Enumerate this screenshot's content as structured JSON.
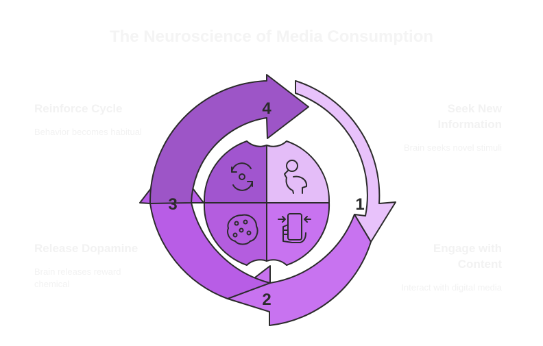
{
  "title": "The Neuroscience of Media Consumption",
  "steps": [
    {
      "number": "1",
      "title": "Seek New Information",
      "description": "Brain seeks novel stimuli",
      "icon": "head-person-icon"
    },
    {
      "number": "2",
      "title": "Engage with Content",
      "description": "Interact with digital media",
      "icon": "phone-hand-icon"
    },
    {
      "number": "3",
      "title": "Release Dopamine",
      "description": "Brain releases reward chemical",
      "icon": "molecule-cluster-icon"
    },
    {
      "number": "4",
      "title": "Reinforce Cycle",
      "description": "Behavior becomes habitual",
      "icon": "cycle-arrows-icon"
    }
  ],
  "colors": {
    "arrow1": "#e8c2fb",
    "arrow2": "#c873f0",
    "arrow3": "#b85de6",
    "arrow4": "#9d55c7",
    "quad1": "#e4bdf8",
    "quad2": "#c873f0",
    "quad3": "#b45ddf",
    "quad4": "#a155cf",
    "stroke": "#2b2b2b",
    "faded_text": "#f2f2f2"
  }
}
